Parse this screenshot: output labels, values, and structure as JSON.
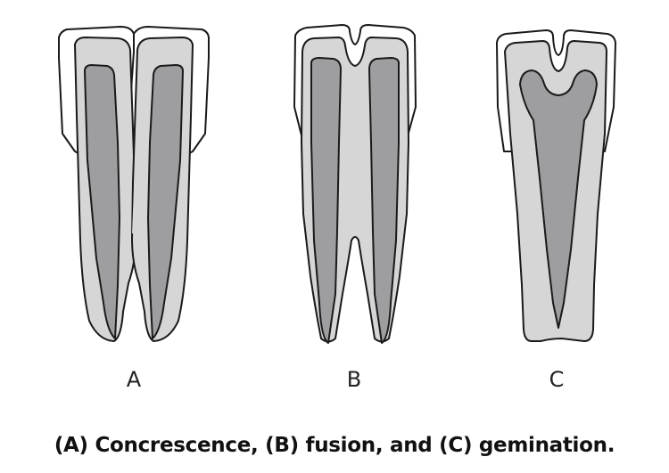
{
  "panels": [
    {
      "id": "A",
      "label": "A"
    },
    {
      "id": "B",
      "label": "B"
    },
    {
      "id": "C",
      "label": "C"
    }
  ],
  "caption": "(A) Concrescence, (B) fusion, and (C) gemination.",
  "colors": {
    "enamel": "#ffffff",
    "dentin": "#d6d6d6",
    "pulp": "#9e9ea0",
    "outline": "#1a1a1a"
  }
}
